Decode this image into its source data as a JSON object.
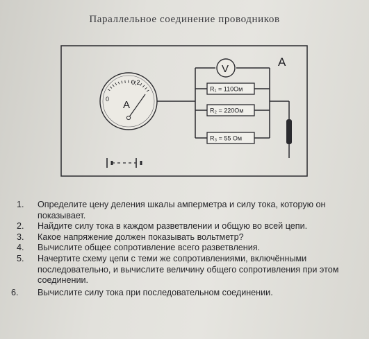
{
  "title": "Параллельное соединение проводников",
  "diagram": {
    "corner_label": "A",
    "voltmeter_symbol": "V",
    "ammeter": {
      "symbol": "A",
      "zero_label": "0",
      "max_label": "0,2"
    },
    "resistors": [
      {
        "label": "R₁ = 110Ом"
      },
      {
        "label": "R₂ = 220Ом"
      },
      {
        "label": "R₃ = 55 Ом"
      }
    ]
  },
  "tasks": [
    {
      "number": "1.",
      "text": "Определите цену деления шкалы амперметра и силу тока, которую он показывает."
    },
    {
      "number": "2.",
      "text": "Найдите силу тока в каждом разветвлении и общую во всей цепи."
    },
    {
      "number": "3.",
      "text": "Какое напряжение должен показывать вольтметр?"
    },
    {
      "number": "4.",
      "text": "Вычислите общее сопротивление всего разветвления."
    },
    {
      "number": "5.",
      "text": "Начертите схему цепи с теми же сопротивлениями, включёнными последовательно, и вычислите величину общего сопротивления при этом соединении."
    },
    {
      "number": "6.",
      "text": "Вычислите силу тока при последовательном соединении."
    }
  ]
}
